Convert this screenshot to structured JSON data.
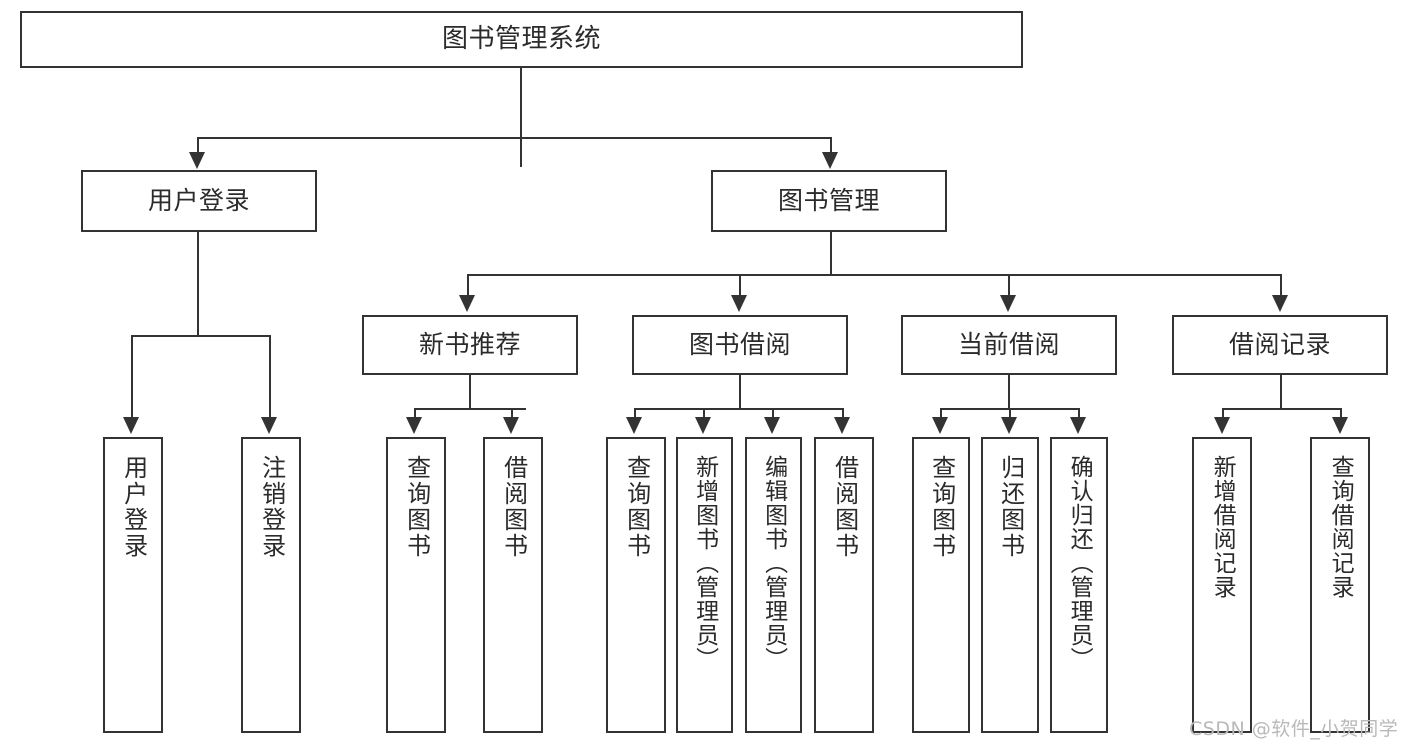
{
  "diagram": {
    "title": "图书管理系统",
    "type": "功能结构图",
    "watermark": "CSDN @软件_小贺同学",
    "colors": {
      "box_border": "#333333",
      "box_fill": "#ffffff",
      "text": "#2b2b2b",
      "connector": "#333333",
      "watermark": "#b9b9b9",
      "background": "#ffffff"
    }
  },
  "nodes": {
    "root": {
      "label": "图书管理系统"
    },
    "level1": [
      {
        "id": "user-login",
        "label": "用户登录"
      },
      {
        "id": "book-management",
        "label": "图书管理"
      }
    ],
    "level2": [
      {
        "id": "new-book-recommend",
        "label": "新书推荐"
      },
      {
        "id": "book-borrow",
        "label": "图书借阅"
      },
      {
        "id": "current-borrow",
        "label": "当前借阅"
      },
      {
        "id": "borrow-record",
        "label": "借阅记录"
      }
    ],
    "leaves": {
      "user_login": [
        {
          "id": "leaf-user-login",
          "label": "用户登录"
        },
        {
          "id": "leaf-logout-login",
          "label": "注销登录"
        }
      ],
      "new_book_recommend": [
        {
          "id": "leaf-query-book-1",
          "label": "查询图书"
        },
        {
          "id": "leaf-borrow-book-1",
          "label": "借阅图书"
        }
      ],
      "book_borrow": [
        {
          "id": "leaf-query-book-2",
          "label": "查询图书"
        },
        {
          "id": "leaf-add-book-admin",
          "label": "新增图书（管理员）"
        },
        {
          "id": "leaf-edit-book-admin",
          "label": "编辑图书（管理员）"
        },
        {
          "id": "leaf-borrow-book-2",
          "label": "借阅图书"
        }
      ],
      "current_borrow": [
        {
          "id": "leaf-query-book-3",
          "label": "查询图书"
        },
        {
          "id": "leaf-return-book",
          "label": "归还图书"
        },
        {
          "id": "leaf-confirm-return-admin",
          "label": "确认归还（管理员）"
        }
      ],
      "borrow_record": [
        {
          "id": "leaf-add-borrow-record",
          "label": "新增借阅记录"
        },
        {
          "id": "leaf-query-borrow-record",
          "label": "查询借阅记录"
        }
      ]
    }
  }
}
